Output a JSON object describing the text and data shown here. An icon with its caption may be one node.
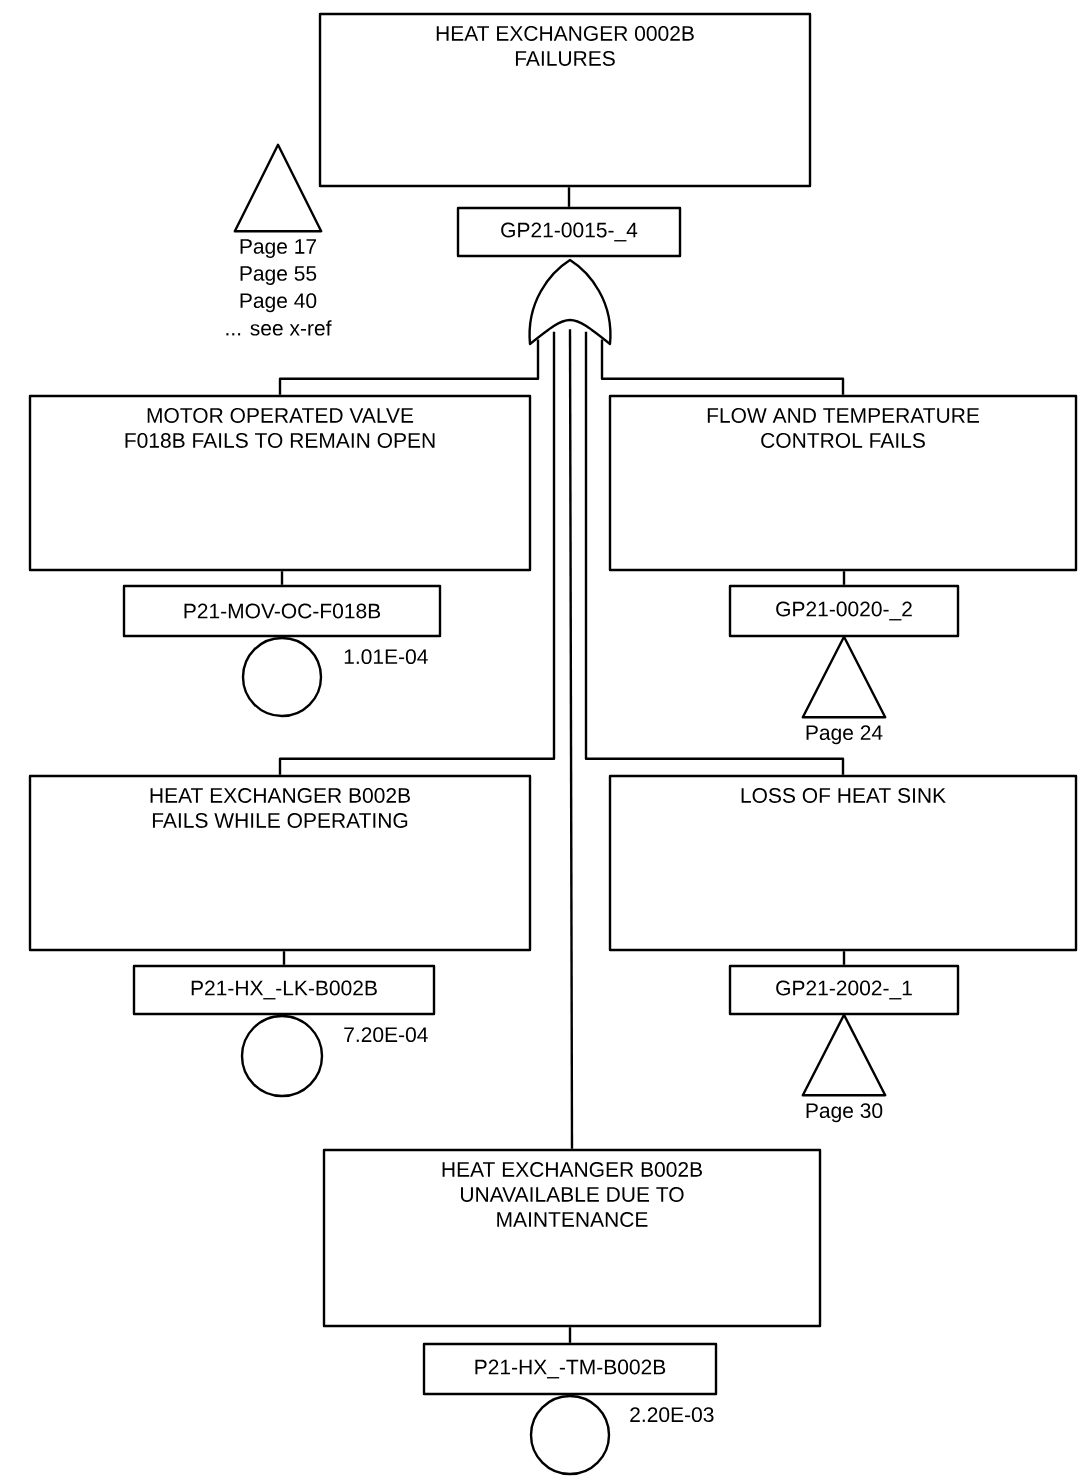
{
  "diagram": {
    "nodes": [
      {
        "text": [
          "HEAT EXCHANGER 0002B FAILURES"
        ]
      },
      {
        "text": [
          "GP21-0015-_4"
        ]
      },
      {
        "text": [],
        "shape": "gate"
      },
      {
        "text": [],
        "shape": "triangle",
        "beside": [
          "Page 17",
          "Page 55",
          "Page 40",
          "... see x-ref"
        ]
      },
      {
        "text": [
          "MOTOR OPERATED VALVE F018B FAILS TO REMAIN OPEN"
        ]
      },
      {
        "text": [
          "P21-MOV-OC-F018B"
        ]
      },
      {
        "text": [],
        "shape": "circle",
        "beside": [
          "1.01E-04"
        ]
      },
      {
        "text": [
          "FLOW AND TEMPERATURE CONTROL FAILS"
        ]
      },
      {
        "text": [
          "GP21-0020-_2"
        ]
      },
      {
        "text": [],
        "shape": "triangle",
        "beside": [
          "Page 24"
        ]
      },
      {
        "text": [
          "HEAT EXCHANGER B002B FAILS WHILE OPERATING"
        ]
      },
      {
        "text": [
          "P21-HX_-LK-B002B"
        ]
      },
      {
        "text": [],
        "shape": "circle",
        "beside": [
          "7.20E-04"
        ]
      },
      {
        "text": [
          "LOSS OF HEAT SINK"
        ]
      },
      {
        "text": [
          "GP21-2002-_1"
        ]
      },
      {
        "text": [],
        "shape": "triangle",
        "beside": [
          "Page 30"
        ]
      },
      {
        "text": [
          "HEAT EXCHANGER B002B UNAVAILABLE DUE TO MAINTENANCE"
        ]
      },
      {
        "text": [
          "P21-HX_-TM-B002B"
        ]
      },
      {
        "text": [],
        "shape": "circle",
        "beside": [
          "2.20E-03"
        ]
      }
    ],
    "edges": [
      {
        "from": 0,
        "to": 1,
        "arrow": "none"
      },
      {
        "from": 2,
        "to": 4,
        "arrow": "none"
      },
      {
        "from": 2,
        "to": 7,
        "arrow": "none"
      },
      {
        "from": 2,
        "to": 10,
        "arrow": "none"
      },
      {
        "from": 2,
        "to": 13,
        "arrow": "none"
      },
      {
        "from": 2,
        "to": 16,
        "arrow": "none"
      },
      {
        "from": 4,
        "to": 5,
        "arrow": "none"
      },
      {
        "from": 7,
        "to": 8,
        "arrow": "none"
      },
      {
        "from": 10,
        "to": 11,
        "arrow": "none"
      },
      {
        "from": 13,
        "to": 14,
        "arrow": "none"
      },
      {
        "from": 16,
        "to": 17,
        "arrow": "none"
      }
    ]
  }
}
